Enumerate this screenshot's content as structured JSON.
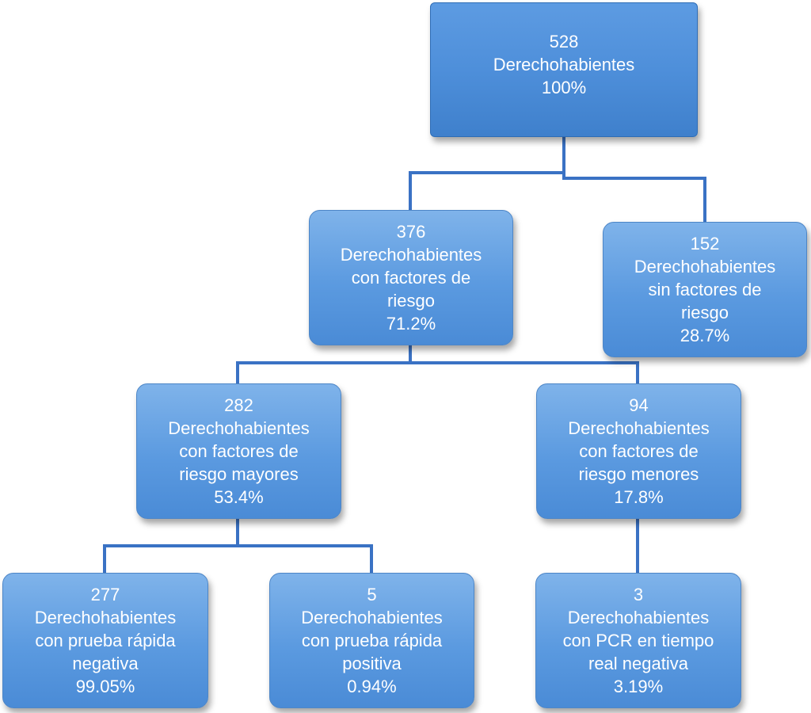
{
  "nodes": {
    "root": {
      "count": "528",
      "lines": [
        "Derechohabientes"
      ],
      "percent": "100%"
    },
    "with_risk": {
      "count": "376",
      "lines": [
        "Derechohabientes",
        "con factores de",
        "riesgo"
      ],
      "percent": "71.2%"
    },
    "without_risk": {
      "count": "152",
      "lines": [
        "Derechohabientes",
        "sin factores de",
        "riesgo"
      ],
      "percent": "28.7%"
    },
    "major_risk": {
      "count": "282",
      "lines": [
        "Derechohabientes",
        "con factores de",
        "riesgo mayores"
      ],
      "percent": "53.4%"
    },
    "minor_risk": {
      "count": "94",
      "lines": [
        "Derechohabientes",
        "con factores de",
        "riesgo menores"
      ],
      "percent": "17.8%"
    },
    "rapid_negative": {
      "count": "277",
      "lines": [
        "Derechohabientes",
        "con prueba rápida",
        "negativa"
      ],
      "percent": "99.05%"
    },
    "rapid_positive": {
      "count": "5",
      "lines": [
        "Derechohabientes",
        "con prueba rápida",
        "positiva"
      ],
      "percent": "0.94%"
    },
    "pcr_negative": {
      "count": "3",
      "lines": [
        "Derechohabientes",
        "con PCR en tiempo",
        "real negativa"
      ],
      "percent": "3.19%"
    }
  },
  "colors": {
    "node_fill": "#5b9ae0",
    "root_fill": "#4e8fda",
    "connector": "#3a72c4",
    "text": "#ffffff"
  }
}
